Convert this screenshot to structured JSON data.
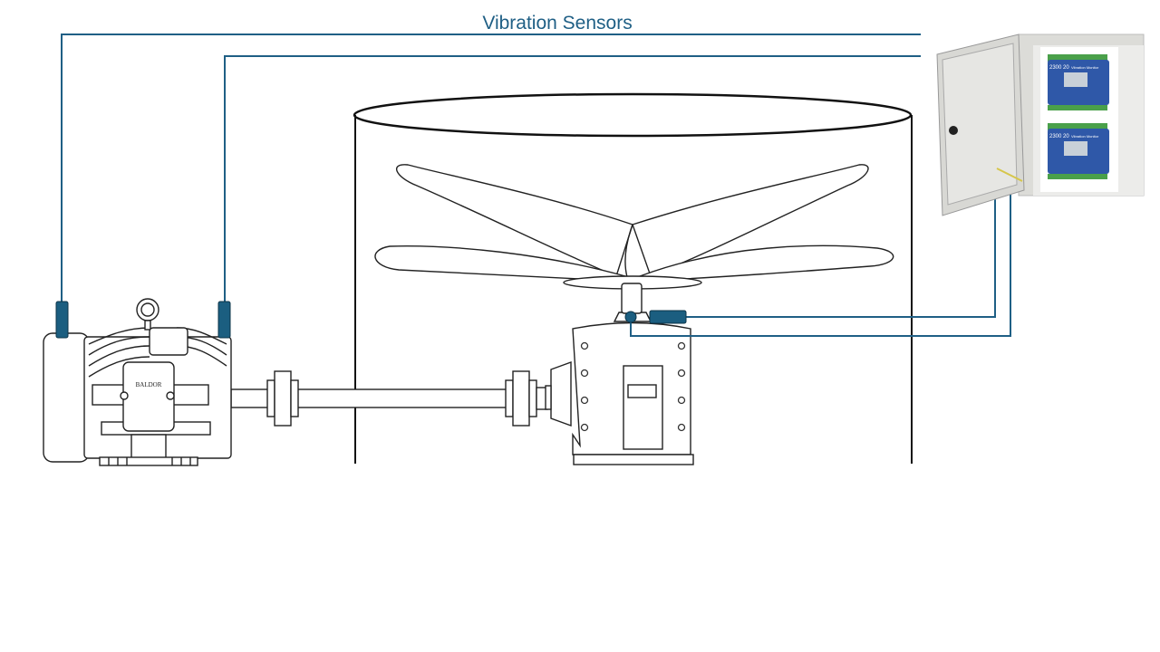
{
  "title": "Vibration Sensors",
  "motor": {
    "brand": "BALDOR"
  },
  "monitor": {
    "model": "2300 20",
    "label": "Vibration Monitor"
  },
  "colors": {
    "sensor": "#1b5e80",
    "wire": "#1f5f85",
    "title": "#1f5f85"
  }
}
